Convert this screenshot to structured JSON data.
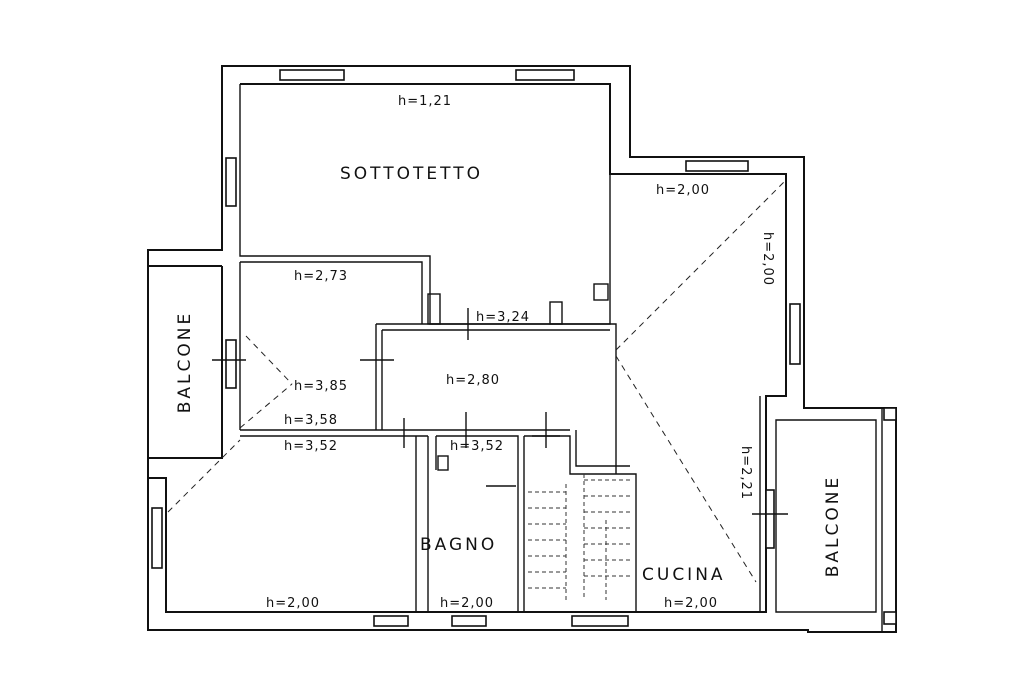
{
  "rooms": {
    "sottotetto": "SOTTOTETTO",
    "balcone_left": "BALCONE",
    "balcone_right": "BALCONE",
    "bagno": "BAGNO",
    "cucina": "CUCINA"
  },
  "heights": {
    "top_room": "h=1,21",
    "right_top": "h=2,00",
    "right_wall": "h=2,00",
    "room_mid_left": "h=2,73",
    "corridor_top": "h=3,24",
    "corridor": "h=2,80",
    "mid_left_a": "h=3,85",
    "mid_left_b": "h=3,58",
    "lower_left_top": "h=3,52",
    "bagno_top": "h=3,52",
    "cucina_side": "h=2,21",
    "lower_left_bottom": "h=2,00",
    "bagno_bottom": "h=2,00",
    "cucina_bottom": "h=2,00"
  }
}
